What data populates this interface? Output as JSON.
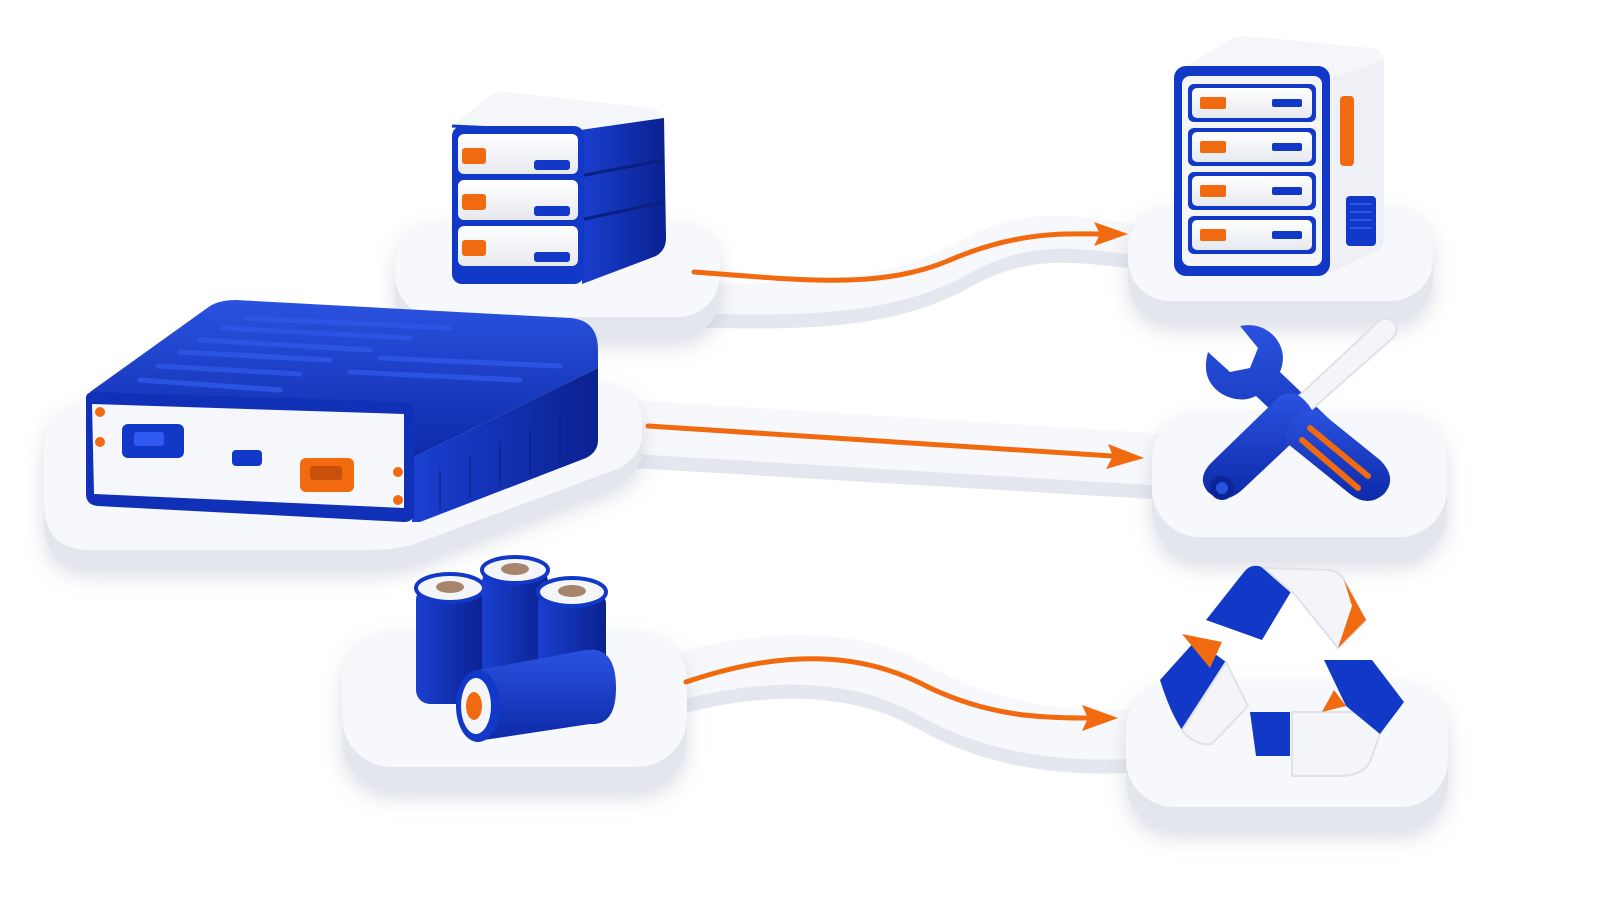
{
  "colors": {
    "background": "#ffffff",
    "platform_top": "#f7f8fb",
    "platform_side": "#e6e8ee",
    "blue": "#1238c8",
    "blue_dark": "#0b2596",
    "orange": "#f26a0f",
    "white_part": "#f4f5f8"
  },
  "nodes": [
    {
      "id": "battery-pack",
      "icon": "battery-pack-icon"
    },
    {
      "id": "battery-modules",
      "icon": "stacked-battery-modules-icon"
    },
    {
      "id": "energy-storage-cabinet",
      "icon": "server-rack-cabinet-icon"
    },
    {
      "id": "repair-tools",
      "icon": "wrench-screwdriver-icon"
    },
    {
      "id": "battery-cells",
      "icon": "cylindrical-battery-cells-icon"
    },
    {
      "id": "recycling",
      "icon": "recycle-icon"
    }
  ],
  "flows": [
    {
      "from": "battery-modules",
      "to": "energy-storage-cabinet",
      "icon": "orange-arrow-icon"
    },
    {
      "from": "battery-pack",
      "to": "repair-tools",
      "icon": "orange-arrow-icon"
    },
    {
      "from": "battery-cells",
      "to": "recycling",
      "icon": "orange-arrow-icon"
    }
  ]
}
